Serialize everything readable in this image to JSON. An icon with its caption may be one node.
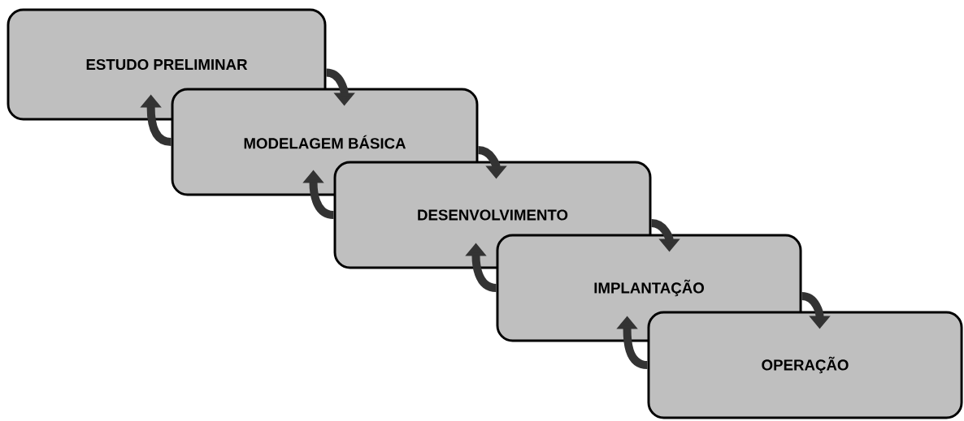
{
  "diagram": {
    "nodes": [
      {
        "text": [
          "ESTUDO PRELIMINAR"
        ]
      },
      {
        "text": [
          "MODELAGEM BÁSICA"
        ]
      },
      {
        "text": [
          "DESENVOLVIMENTO"
        ]
      },
      {
        "text": [
          "IMPLANTAÇÃO"
        ]
      },
      {
        "text": [
          "OPERAÇÃO"
        ]
      }
    ],
    "edges": [
      {
        "from": 0,
        "to": 1,
        "arrow": "to"
      },
      {
        "from": 1,
        "to": 2,
        "arrow": "to"
      },
      {
        "from": 2,
        "to": 3,
        "arrow": "to"
      },
      {
        "from": 3,
        "to": 4,
        "arrow": "to"
      },
      {
        "from": 1,
        "to": 0,
        "arrow": "to"
      },
      {
        "from": 2,
        "to": 1,
        "arrow": "to"
      },
      {
        "from": 3,
        "to": 2,
        "arrow": "to"
      },
      {
        "from": 4,
        "to": 3,
        "arrow": "to"
      }
    ]
  }
}
